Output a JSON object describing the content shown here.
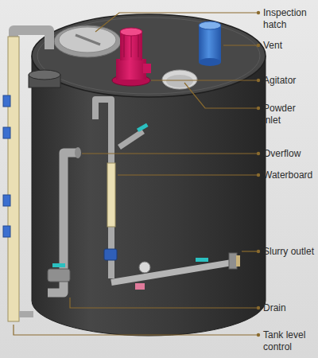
{
  "diagram": {
    "labels": [
      "Inspection hatch",
      "Vent",
      "Agitator",
      "Powder inlet",
      "Overflow",
      "Waterboard",
      "Slurry outlet",
      "Drain",
      "Tank level control"
    ]
  }
}
